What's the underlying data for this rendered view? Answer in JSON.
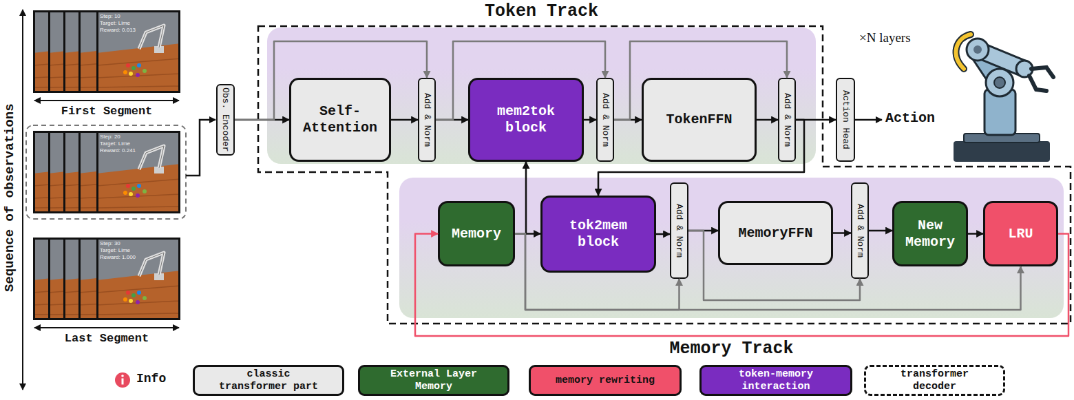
{
  "diagram": {
    "nodes": [
      {
        "text": [
          "Token Track"
        ]
      },
      {
        "text": [
          "Self-Attention"
        ],
        "in": 0
      },
      {
        "text": [
          "Add & Norm"
        ],
        "in": 0
      },
      {
        "text": [
          "mem2tok block"
        ],
        "in": 0
      },
      {
        "text": [
          "Add & Norm"
        ],
        "in": 0
      },
      {
        "text": [
          "TokenFFN"
        ],
        "in": 0
      },
      {
        "text": [
          "Add & Norm"
        ],
        "in": 0
      },
      {
        "text": [
          "Memory Track"
        ]
      },
      {
        "text": [
          "Memory"
        ],
        "in": 7
      },
      {
        "text": [
          "tok2mem block"
        ],
        "in": 7
      },
      {
        "text": [
          "Add & Norm"
        ],
        "in": 7
      },
      {
        "text": [
          "MemoryFFN"
        ],
        "in": 7
      },
      {
        "text": [
          "Add & Norm"
        ],
        "in": 7
      },
      {
        "text": [
          "New Memory"
        ],
        "in": 7
      },
      {
        "text": [
          "LRU"
        ],
        "in": 7
      },
      {
        "text": [
          "Obs. Encoder"
        ]
      },
      {
        "text": [
          "Action Head"
        ]
      }
    ],
    "edges": [
      {
        "from": 15,
        "to": 1,
        "arrow": "to"
      },
      {
        "from": 15,
        "to": 2,
        "arrow": "to"
      },
      {
        "from": 1,
        "to": 2,
        "arrow": "to"
      },
      {
        "from": 2,
        "to": 3,
        "arrow": "to"
      },
      {
        "from": 2,
        "to": 4,
        "arrow": "to"
      },
      {
        "from": 3,
        "to": 4,
        "arrow": "to"
      },
      {
        "from": 4,
        "to": 5,
        "arrow": "to"
      },
      {
        "from": 4,
        "to": 6,
        "arrow": "to"
      },
      {
        "from": 5,
        "to": 6,
        "arrow": "to"
      },
      {
        "from": 6,
        "to": 16,
        "arrow": "to"
      },
      {
        "from": 6,
        "to": 9,
        "arrow": "to"
      },
      {
        "from": 8,
        "to": 9,
        "arrow": "to"
      },
      {
        "from": 8,
        "to": 3,
        "arrow": "to"
      },
      {
        "from": 8,
        "to": 10,
        "arrow": "to"
      },
      {
        "from": 8,
        "to": 14,
        "arrow": "to"
      },
      {
        "from": 9,
        "to": 10,
        "arrow": "to"
      },
      {
        "from": 10,
        "to": 11,
        "arrow": "to"
      },
      {
        "from": 10,
        "to": 12,
        "arrow": "to"
      },
      {
        "from": 11,
        "to": 12,
        "arrow": "to"
      },
      {
        "from": 12,
        "to": 13,
        "arrow": "to"
      },
      {
        "from": 13,
        "to": 14,
        "arrow": "to"
      },
      {
        "from": 14,
        "to": 8,
        "arrow": "to"
      }
    ],
    "labels": [
      "Sequence of observations",
      "First Segment",
      "Last Segment",
      "×N layers",
      "Action",
      "Info",
      "Step: 10",
      "Target: Lime",
      "Reward: 0.013",
      "Step: 20",
      "Target: Lime",
      "Reward: 0.241",
      "Step: 30",
      "Target: Lime",
      "Reward: 1.000"
    ],
    "legend": [
      {
        "text": "classic transformer part",
        "color": "#e9e9e9"
      },
      {
        "text": "External Layer Memory",
        "color": "#2f6b2f"
      },
      {
        "text": "memory rewriting",
        "color": "#f0506a"
      },
      {
        "text": "token-memory interaction",
        "color": "#7a2cc0"
      },
      {
        "text": "transformer decoder"
      }
    ]
  }
}
